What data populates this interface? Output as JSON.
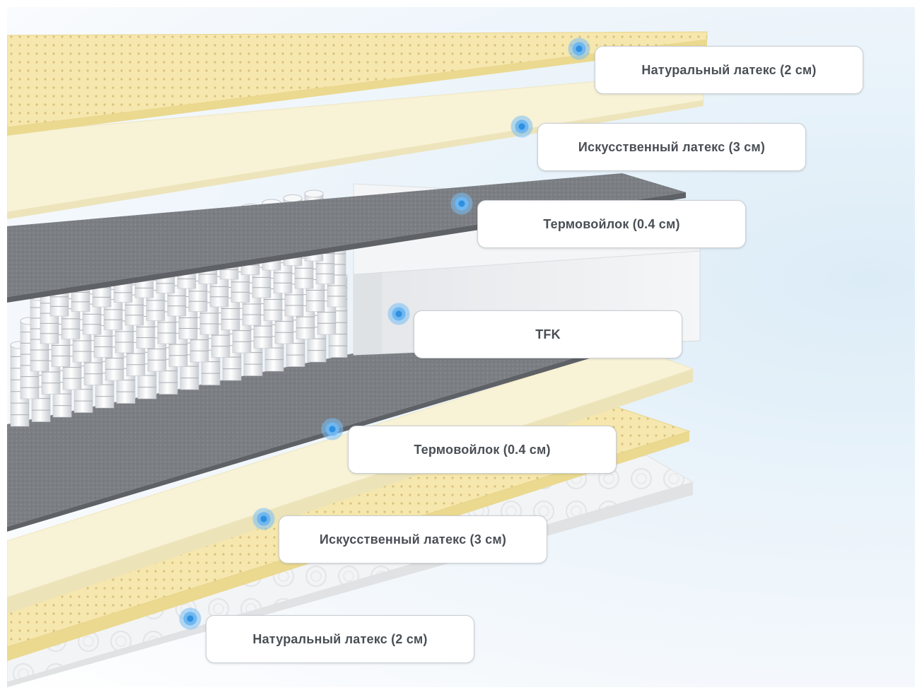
{
  "diagram": {
    "layers": [
      {
        "id": "top-natural-latex",
        "label": "Натуральный латекс (2 см)",
        "color": "#f6e8b0",
        "texture": "perforated"
      },
      {
        "id": "top-artificial-latex",
        "label": "Искусственный латекс (3 см)",
        "color": "#f7f1d4",
        "texture": "smooth"
      },
      {
        "id": "top-felt",
        "label": "Термовойлок (0.4 см)",
        "color": "#7d8186",
        "texture": "felt"
      },
      {
        "id": "spring-block",
        "label": "TFK",
        "color": "#eef0f3",
        "texture": "pocket-springs"
      },
      {
        "id": "bottom-felt",
        "label": "Термовойлок (0.4 см)",
        "color": "#7d8186",
        "texture": "felt"
      },
      {
        "id": "bottom-artificial-latex",
        "label": "Искусственный латекс (3 см)",
        "color": "#f7f1d4",
        "texture": "smooth"
      },
      {
        "id": "bottom-natural-latex",
        "label": "Натуральный латекс (2 см)",
        "color": "#f6e8b0",
        "texture": "perforated"
      }
    ],
    "cover_color": "#f1f2f3",
    "marker_color": "#2f8fe0"
  }
}
